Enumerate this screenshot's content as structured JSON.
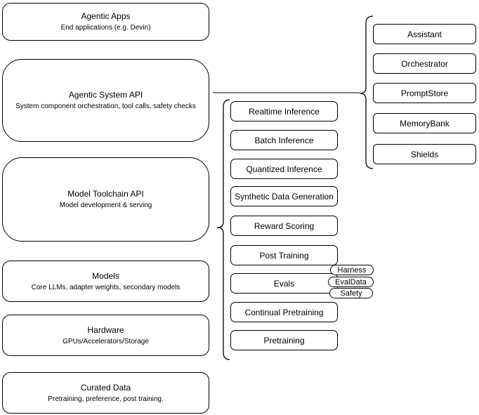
{
  "left_column": [
    {
      "title": "Agentic Apps",
      "subtitle": "End applications (e.g. Devin)"
    },
    {
      "title": "Agentic System API",
      "subtitle": "System component orchestration, tool calls, safety checks"
    },
    {
      "title": "Model Toolchain API",
      "subtitle": "Model development & serving"
    },
    {
      "title": "Models",
      "subtitle": "Core LLMs, adapter weights, secondary models"
    },
    {
      "title": "Hardware",
      "subtitle": "GPUs/Accelerators/Storage"
    },
    {
      "title": "Curated Data",
      "subtitle": "Pretraining, preference, post training."
    }
  ],
  "toolchain": {
    "items": [
      "Realtime Inference",
      "Batch Inference",
      "Quantized Inference",
      "Synthetic Data Generation",
      "Reward Scoring",
      "Post Training",
      "Evals",
      "Continual Pretraining",
      "Pretraining"
    ],
    "eval_tags": [
      "Harness",
      "EvalData",
      "Safety"
    ]
  },
  "system_components": [
    "Assistant",
    "Orchestrator",
    "PromptStore",
    "MemoryBank",
    "Shields"
  ],
  "colors": {
    "stroke": "#000000",
    "fill": "#ffffff",
    "connector": "#595959",
    "background": "#ffffff"
  }
}
